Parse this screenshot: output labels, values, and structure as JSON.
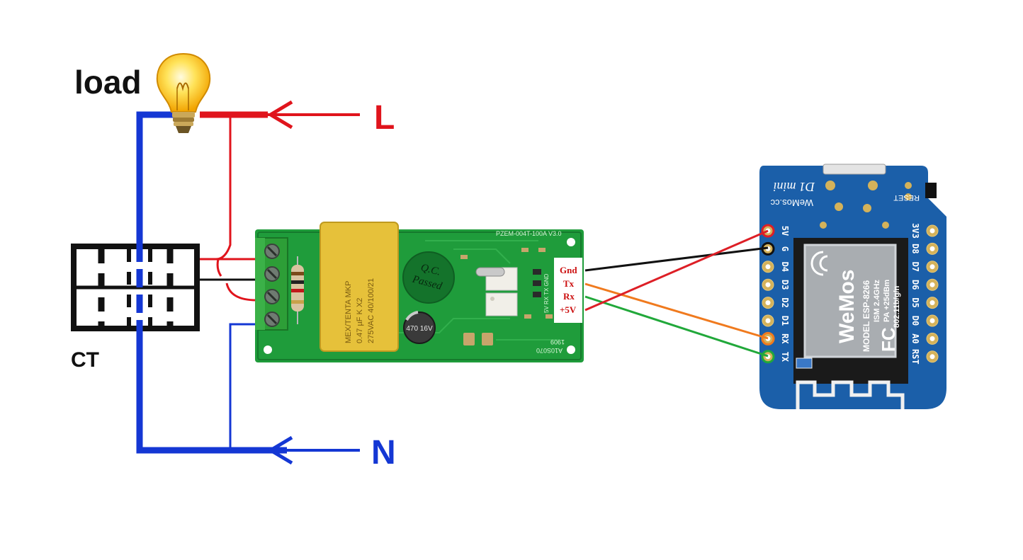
{
  "labels": {
    "load": "load",
    "line": "L",
    "neutral": "N",
    "ct": "CT"
  },
  "pzem": {
    "pcb_name": "PZEM-004T-100A V3.0",
    "qc_line1": "Q.C.",
    "qc_line2": "Passed",
    "cap_text1": "MEX/TENTA MKP",
    "cap_text2": "0.47 µF K X2",
    "cap_text3": "275VAC 40/100/21",
    "elec_cap": "470 16V",
    "code1": "A10S070",
    "code2": "1909",
    "header_pins": [
      "Gnd",
      "Tx",
      "Rx",
      "+5V"
    ],
    "silk_pins": "5V RX TX GND"
  },
  "d1mini": {
    "brand": "WeMos.cc",
    "model": "D1 mini",
    "reset": "RESET",
    "left_pins": [
      "5V",
      "G",
      "D4",
      "D3",
      "D2",
      "D1",
      "RX",
      "TX"
    ],
    "right_pins": [
      "3V3",
      "D8",
      "D7",
      "D6",
      "D5",
      "D0",
      "A0",
      "RST"
    ],
    "shield_brand": "WeMos",
    "shield_lines": [
      "MODEL  ESP-8266",
      "ISM 2.4GHz",
      "PA +25dBm",
      "802.11b/g/n"
    ],
    "fcc": "FC"
  },
  "wire_colors": {
    "live": "#e0141c",
    "neutral": "#1437d4",
    "gnd": "#111111",
    "tx": "#f07a1e",
    "rx": "#21a83a",
    "vcc": "#dd1f26"
  }
}
